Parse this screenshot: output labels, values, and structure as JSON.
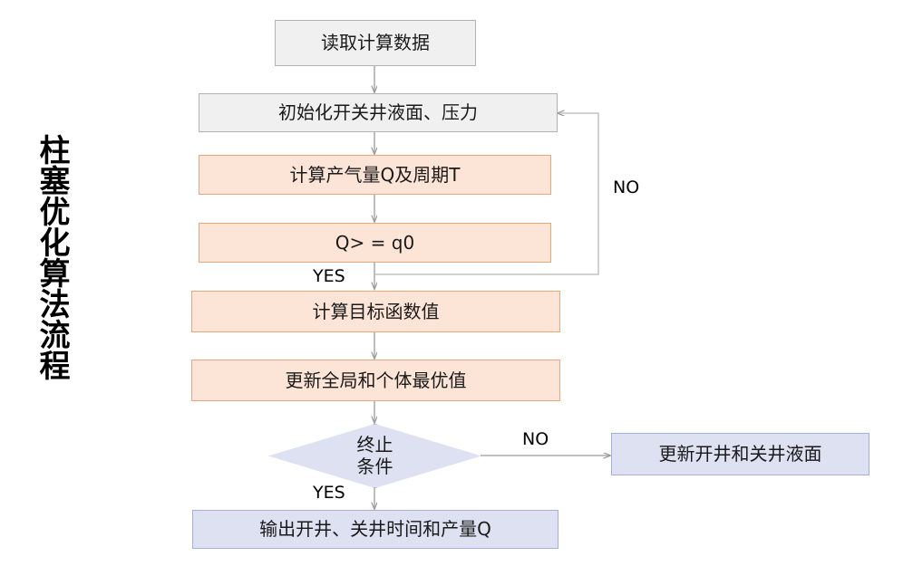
{
  "diagram": {
    "vertical_title": "柱塞优化算法流程",
    "colors": {
      "gray_fill": "#f0f0f0",
      "gray_border": "#b2b2b2",
      "orange_fill": "#fce4d6",
      "orange_border": "#e8a87c",
      "blue_fill": "#dde1f2",
      "blue_border": "#a6aedb",
      "connector": "#9a9a9a",
      "text": "#1a1a1a"
    },
    "nodes": {
      "read_data": "读取计算数据",
      "init": "初始化开关井液面、压力",
      "calc_gas": "计算产气量Q及周期T",
      "condition_q": "Q> = q0",
      "calc_objective": "计算目标函数值",
      "update_best": "更新全局和个体最优值",
      "stop_condition_line1": "终止",
      "stop_condition_line2": "条件",
      "update_levels": "更新开井和关井液面",
      "output": "输出开井、关井时间和产量Q"
    },
    "edge_labels": {
      "q_yes": "YES",
      "q_no": "NO",
      "stop_yes": "YES",
      "stop_no": "NO"
    }
  }
}
